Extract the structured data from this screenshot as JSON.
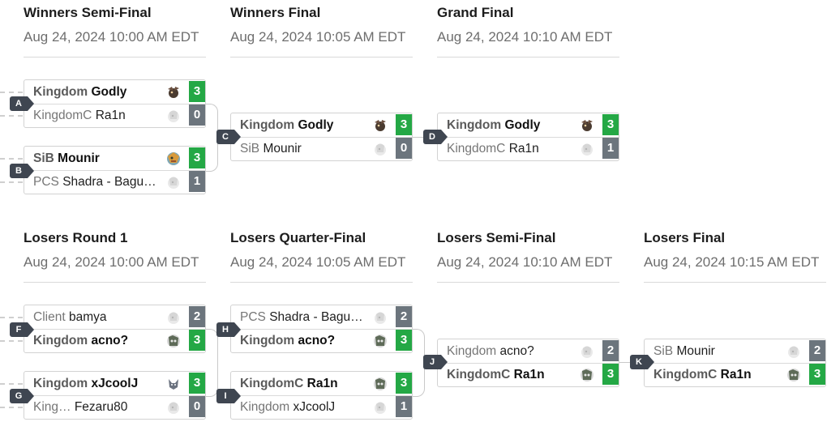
{
  "rounds": {
    "wsf": {
      "title": "Winners Semi-Final",
      "date": "Aug 24, 2024 10:00 AM EDT"
    },
    "wf": {
      "title": "Winners Final",
      "date": "Aug 24, 2024 10:05 AM EDT"
    },
    "gf": {
      "title": "Grand Final",
      "date": "Aug 24, 2024 10:10 AM EDT"
    },
    "lr1": {
      "title": "Losers Round 1",
      "date": "Aug 24, 2024 10:00 AM EDT"
    },
    "lqf": {
      "title": "Losers Quarter-Final",
      "date": "Aug 24, 2024 10:05 AM EDT"
    },
    "lsf": {
      "title": "Losers Semi-Final",
      "date": "Aug 24, 2024 10:10 AM EDT"
    },
    "lf": {
      "title": "Losers Final",
      "date": "Aug 24, 2024 10:15 AM EDT"
    }
  },
  "matches": {
    "A": {
      "tag": "A",
      "p1": {
        "team": "Kingdom",
        "name": "Godly",
        "score": "3"
      },
      "p2": {
        "team": "KingdomC",
        "name": "Ra1n",
        "score": "0"
      }
    },
    "B": {
      "tag": "B",
      "p1": {
        "team": "SiB",
        "name": "Mounir",
        "score": "3"
      },
      "p2": {
        "team": "PCS",
        "name": "Shadra - Bagu…",
        "score": "1"
      }
    },
    "C": {
      "tag": "C",
      "p1": {
        "team": "Kingdom",
        "name": "Godly",
        "score": "3"
      },
      "p2": {
        "team": "SiB",
        "name": "Mounir",
        "score": "0"
      }
    },
    "D": {
      "tag": "D",
      "p1": {
        "team": "Kingdom",
        "name": "Godly",
        "score": "3"
      },
      "p2": {
        "team": "KingdomC",
        "name": "Ra1n",
        "score": "1"
      }
    },
    "F": {
      "tag": "F",
      "p1": {
        "team": "Client",
        "name": "bamya",
        "score": "2"
      },
      "p2": {
        "team": "Kingdom",
        "name": "acno?",
        "score": "3"
      }
    },
    "G": {
      "tag": "G",
      "p1": {
        "team": "Kingdom",
        "name": "xJcoolJ",
        "score": "3"
      },
      "p2": {
        "team": "King…",
        "name": "Fezaru80",
        "score": "0"
      }
    },
    "H": {
      "tag": "H",
      "p1": {
        "team": "PCS",
        "name": "Shadra - Bagu…",
        "score": "2"
      },
      "p2": {
        "team": "Kingdom",
        "name": "acno?",
        "score": "3"
      }
    },
    "I": {
      "tag": "I",
      "p1": {
        "team": "KingdomC",
        "name": "Ra1n",
        "score": "3"
      },
      "p2": {
        "team": "Kingdom",
        "name": "xJcoolJ",
        "score": "1"
      }
    },
    "J": {
      "tag": "J",
      "p1": {
        "team": "Kingdom",
        "name": "acno?",
        "score": "2"
      },
      "p2": {
        "team": "KingdomC",
        "name": "Ra1n",
        "score": "3"
      }
    },
    "K": {
      "tag": "K",
      "p1": {
        "team": "SiB",
        "name": "Mounir",
        "score": "2"
      },
      "p2": {
        "team": "KingdomC",
        "name": "Ra1n",
        "score": "3"
      }
    }
  },
  "colors": {
    "win": "#24a845",
    "loss": "#6c757d",
    "tag": "#3f4651"
  },
  "icons": {
    "avatar": "character-icon"
  }
}
